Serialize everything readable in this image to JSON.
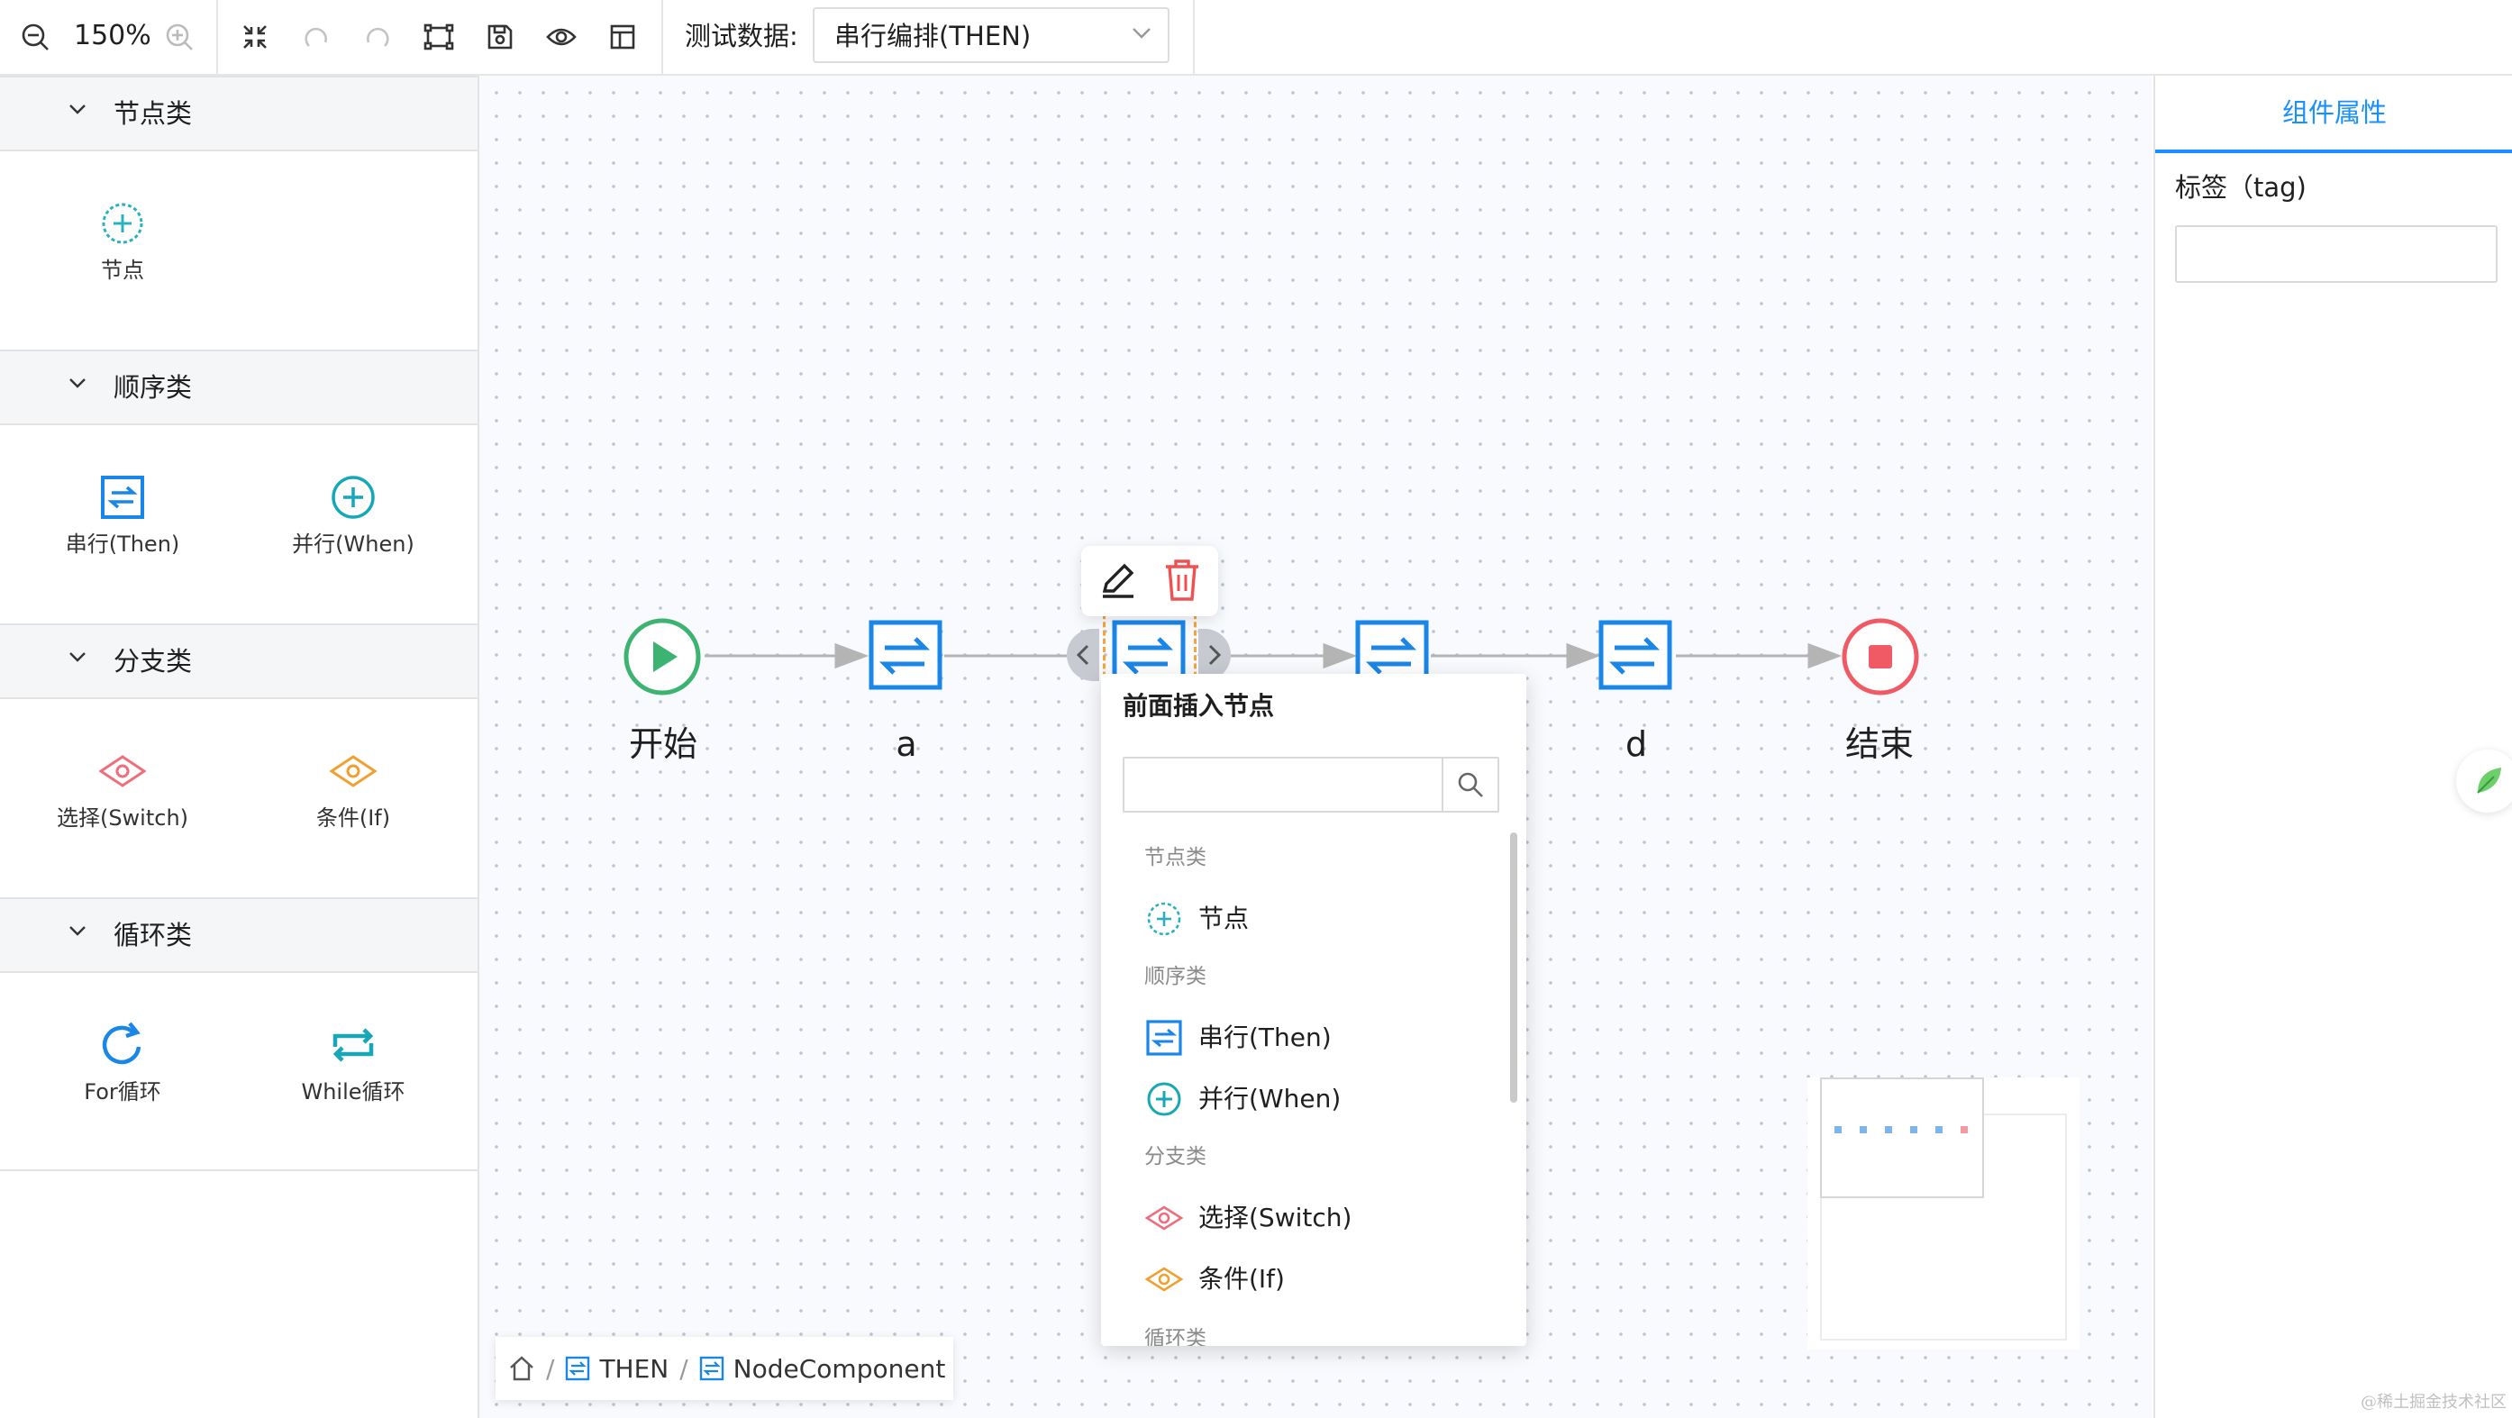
{
  "toolbar": {
    "zoom": "150%",
    "test_label": "测试数据:",
    "test_select_value": "串行编排(THEN)",
    "icons": [
      "zoom-out-icon",
      "zoom-in-icon",
      "fit-icon",
      "undo-icon",
      "redo-icon",
      "select-area-icon",
      "save-icon",
      "preview-icon",
      "layout-icon"
    ]
  },
  "palette": {
    "groups": [
      {
        "title": "节点类",
        "items": [
          {
            "label": "节点",
            "icon": "plus-circle-dashed-icon"
          }
        ]
      },
      {
        "title": "顺序类",
        "items": [
          {
            "label": "串行(Then)",
            "icon": "then-icon"
          },
          {
            "label": "并行(When)",
            "icon": "when-icon"
          }
        ]
      },
      {
        "title": "分支类",
        "items": [
          {
            "label": "选择(Switch)",
            "icon": "switch-icon"
          },
          {
            "label": "条件(If)",
            "icon": "if-icon"
          }
        ]
      },
      {
        "title": "循环类",
        "items": [
          {
            "label": "For循环",
            "icon": "for-loop-icon"
          },
          {
            "label": "While循环",
            "icon": "while-loop-icon"
          }
        ]
      }
    ]
  },
  "canvas": {
    "nodes": [
      {
        "label": "开始",
        "type": "start"
      },
      {
        "label": "a",
        "type": "then"
      },
      {
        "label": "",
        "type": "then"
      },
      {
        "label": "",
        "type": "then"
      },
      {
        "label": "d",
        "type": "then"
      },
      {
        "label": "结束",
        "type": "end"
      }
    ],
    "colors": {
      "accent": "#1890ff",
      "start": "#3cb371",
      "end": "#f05a64",
      "switch": "#f06e7c",
      "if": "#f0a030"
    }
  },
  "popup": {
    "title": "前面插入节点",
    "search_placeholder": "",
    "groups": [
      {
        "title": "节点类",
        "items": [
          {
            "label": "节点"
          }
        ]
      },
      {
        "title": "顺序类",
        "items": [
          {
            "label": "串行(Then)"
          },
          {
            "label": "并行(When)"
          }
        ]
      },
      {
        "title": "分支类",
        "items": [
          {
            "label": "选择(Switch)"
          },
          {
            "label": "条件(If)"
          }
        ]
      },
      {
        "title": "循环类",
        "items": []
      }
    ]
  },
  "breadcrumb": {
    "items": [
      "THEN",
      "NodeComponent"
    ]
  },
  "props": {
    "tab": "组件属性",
    "tag_label": "标签（tag)",
    "tag_value": ""
  },
  "watermark": "@稀土掘金技术社区"
}
